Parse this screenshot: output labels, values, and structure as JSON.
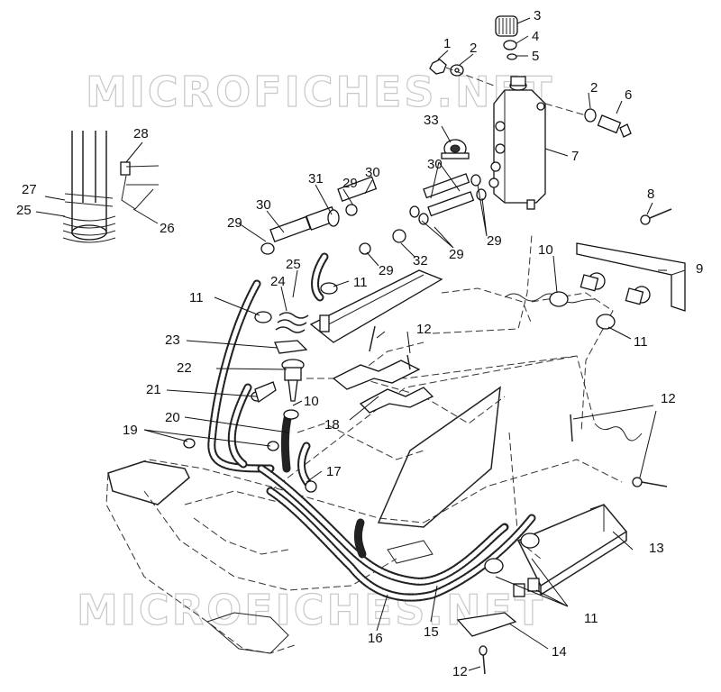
{
  "watermark": {
    "text": "MICROFICHES.NET"
  },
  "callouts": [
    {
      "id": "c1",
      "text": "1"
    },
    {
      "id": "c2a",
      "text": "2"
    },
    {
      "id": "c2b",
      "text": "2"
    },
    {
      "id": "c3",
      "text": "3"
    },
    {
      "id": "c4",
      "text": "4"
    },
    {
      "id": "c5",
      "text": "5"
    },
    {
      "id": "c6",
      "text": "6"
    },
    {
      "id": "c7",
      "text": "7"
    },
    {
      "id": "c8",
      "text": "8"
    },
    {
      "id": "c9",
      "text": "9"
    },
    {
      "id": "c10a",
      "text": "10"
    },
    {
      "id": "c10b",
      "text": "10"
    },
    {
      "id": "c11a",
      "text": "11"
    },
    {
      "id": "c11b",
      "text": "11"
    },
    {
      "id": "c11c",
      "text": "11"
    },
    {
      "id": "c11d",
      "text": "11"
    },
    {
      "id": "c12a",
      "text": "12"
    },
    {
      "id": "c12b",
      "text": "12"
    },
    {
      "id": "c12c",
      "text": "12"
    },
    {
      "id": "c13",
      "text": "13"
    },
    {
      "id": "c14",
      "text": "14"
    },
    {
      "id": "c15",
      "text": "15"
    },
    {
      "id": "c16",
      "text": "16"
    },
    {
      "id": "c17",
      "text": "17"
    },
    {
      "id": "c18",
      "text": "18"
    },
    {
      "id": "c19",
      "text": "19"
    },
    {
      "id": "c20",
      "text": "20"
    },
    {
      "id": "c21",
      "text": "21"
    },
    {
      "id": "c22",
      "text": "22"
    },
    {
      "id": "c23",
      "text": "23"
    },
    {
      "id": "c24",
      "text": "24"
    },
    {
      "id": "c25a",
      "text": "25"
    },
    {
      "id": "c25b",
      "text": "25"
    },
    {
      "id": "c26",
      "text": "26"
    },
    {
      "id": "c27",
      "text": "27"
    },
    {
      "id": "c28",
      "text": "28"
    },
    {
      "id": "c29a",
      "text": "29"
    },
    {
      "id": "c29b",
      "text": "29"
    },
    {
      "id": "c29c",
      "text": "29"
    },
    {
      "id": "c29d",
      "text": "29"
    },
    {
      "id": "c29e",
      "text": "29"
    },
    {
      "id": "c30a",
      "text": "30"
    },
    {
      "id": "c30b",
      "text": "30"
    },
    {
      "id": "c30c",
      "text": "30"
    },
    {
      "id": "c31",
      "text": "31"
    },
    {
      "id": "c32",
      "text": "32"
    },
    {
      "id": "c33",
      "text": "33"
    }
  ]
}
